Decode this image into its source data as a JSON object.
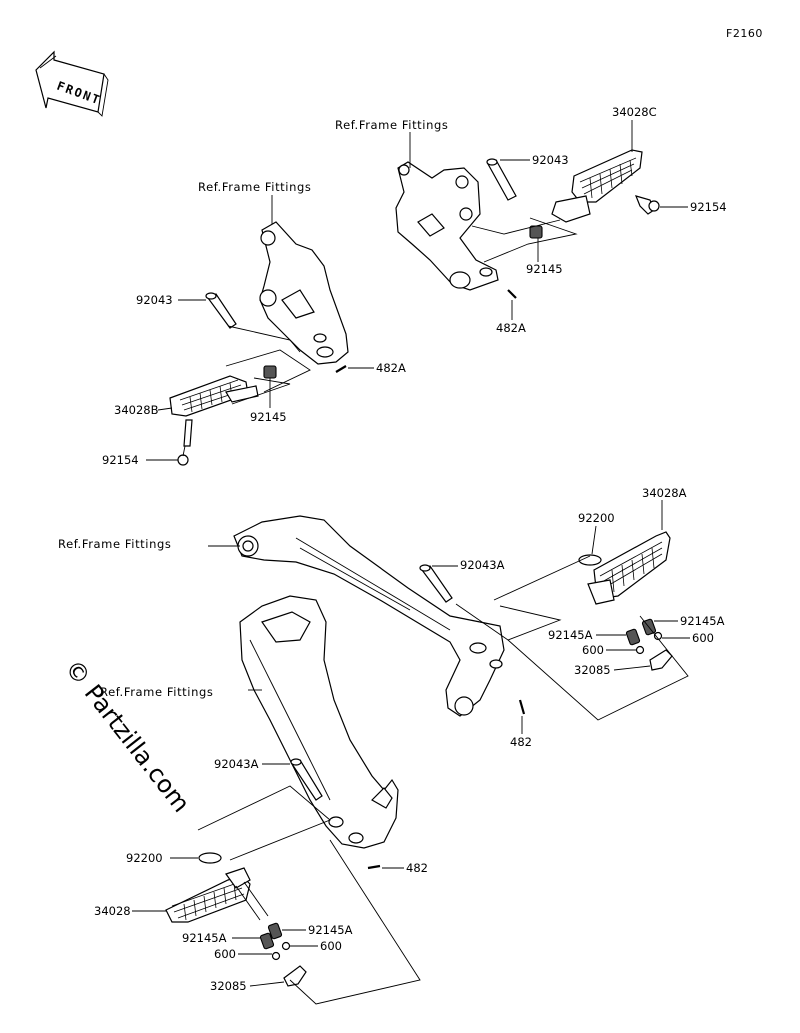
{
  "figure_code": "F2160",
  "front_badge": "FRONT",
  "watermark": "© Partzilla.com",
  "labels": {
    "ref_frame_1": "Ref.Frame Fittings",
    "ref_frame_2": "Ref.Frame Fittings",
    "ref_frame_3": "Ref.Frame Fittings",
    "ref_frame_4": "Ref.Frame Fittings",
    "tl_92043": "92043",
    "tl_34028B": "34028B",
    "tl_92145": "92145",
    "tl_92154": "92154",
    "tl_482A": "482A",
    "tr_92043": "92043",
    "tr_34028C": "34028C",
    "tr_92154": "92154",
    "tr_92145": "92145",
    "tr_482A": "482A",
    "br_92043A": "92043A",
    "br_92200": "92200",
    "br_34028A": "34028A",
    "br_92145A_r": "92145A",
    "br_92145A_l": "92145A",
    "br_600_r": "600",
    "br_600_l": "600",
    "br_32085": "32085",
    "br_482": "482",
    "bl_92043A": "92043A",
    "bl_92200": "92200",
    "bl_34028": "34028",
    "bl_92145A_r": "92145A",
    "bl_92145A_l": "92145A",
    "bl_600_r": "600",
    "bl_600_l": "600",
    "bl_32085": "32085",
    "bl_482": "482"
  }
}
